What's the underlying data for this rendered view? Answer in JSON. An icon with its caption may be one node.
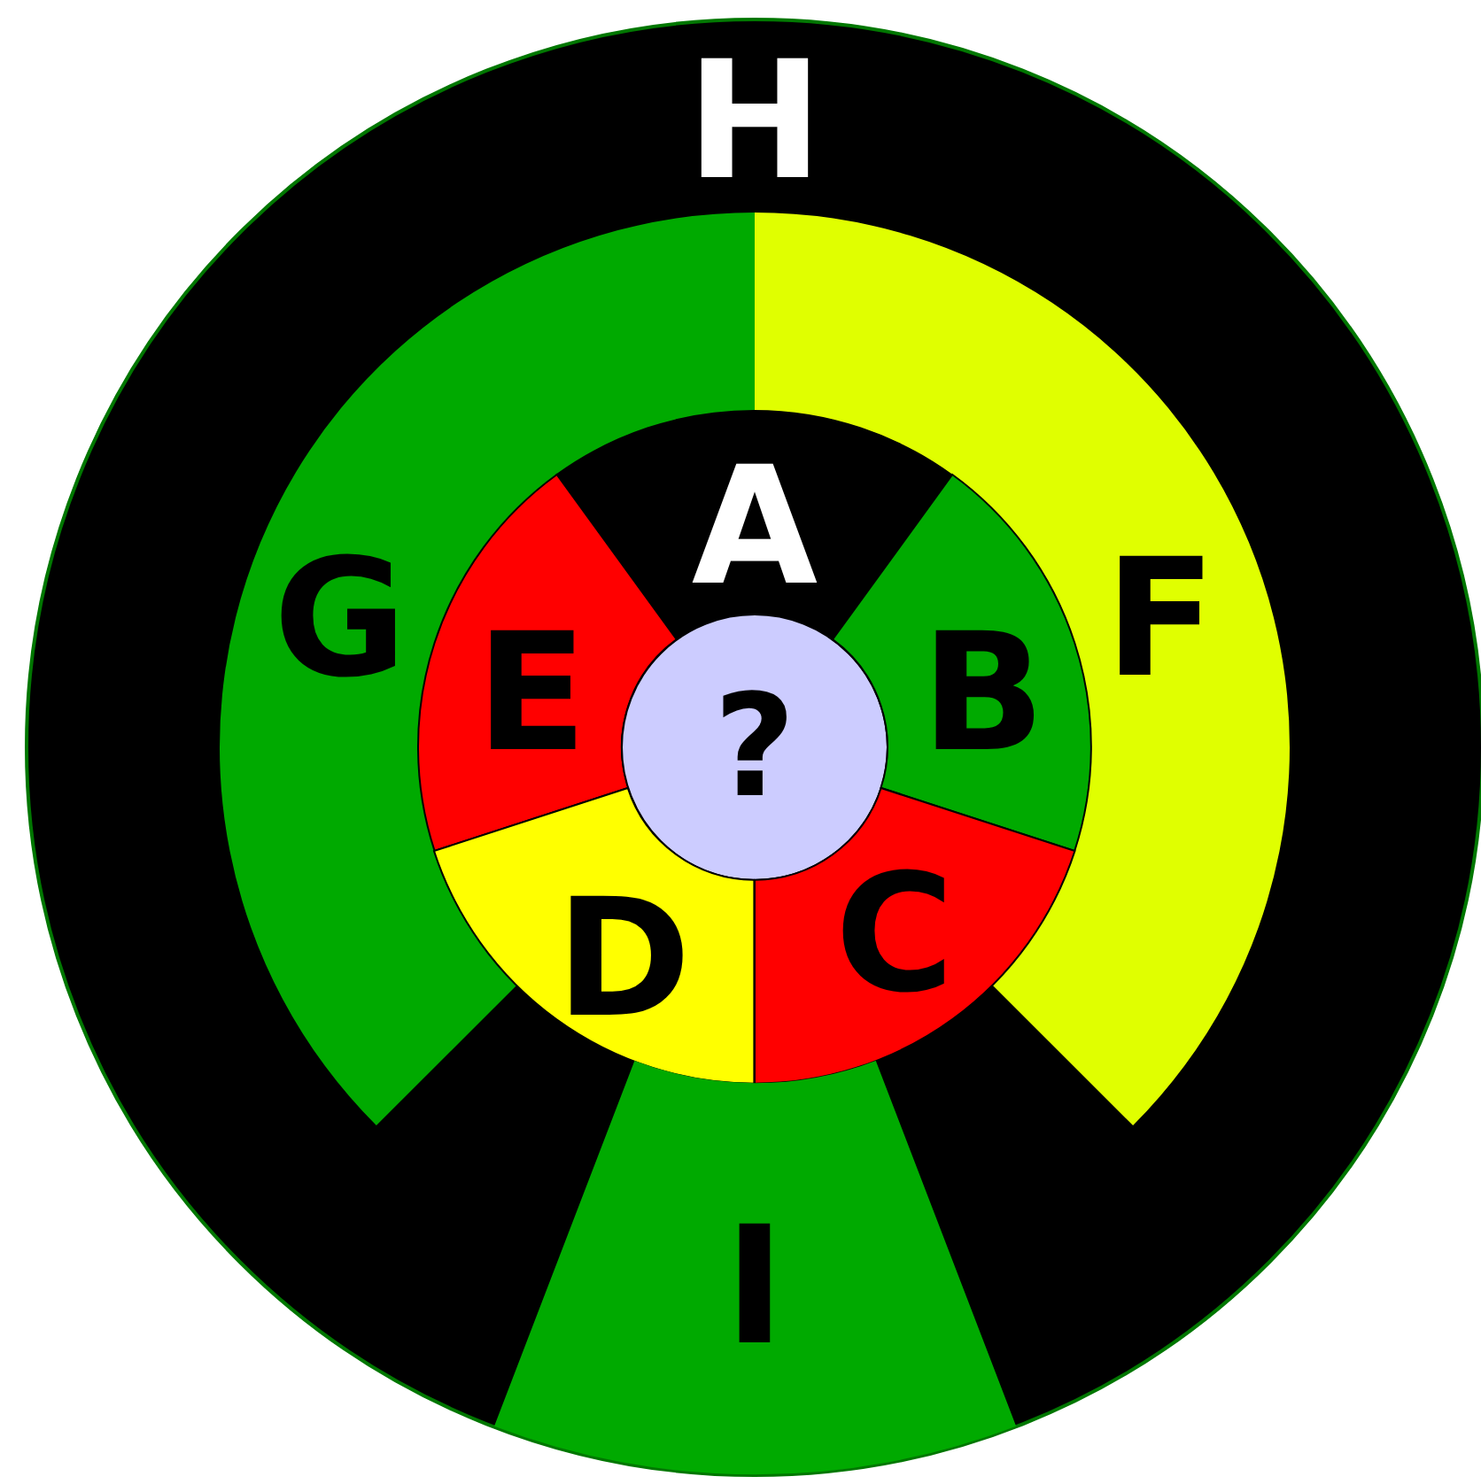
{
  "diagram": {
    "nodes": [
      {
        "text": [
          "H"
        ]
      },
      {
        "text": [
          "G"
        ],
        "in": 0
      },
      {
        "text": [
          "F"
        ],
        "in": 0
      },
      {
        "text": [
          "A"
        ],
        "in": 0
      },
      {
        "text": [
          "E"
        ],
        "in": 0
      },
      {
        "text": [
          "?"
        ],
        "in": 0
      },
      {
        "text": [
          "B"
        ],
        "in": 0
      },
      {
        "text": [
          "D"
        ],
        "in": 0
      },
      {
        "text": [
          "C"
        ],
        "in": 0
      },
      {
        "text": [
          "I"
        ],
        "in": 0
      }
    ]
  }
}
